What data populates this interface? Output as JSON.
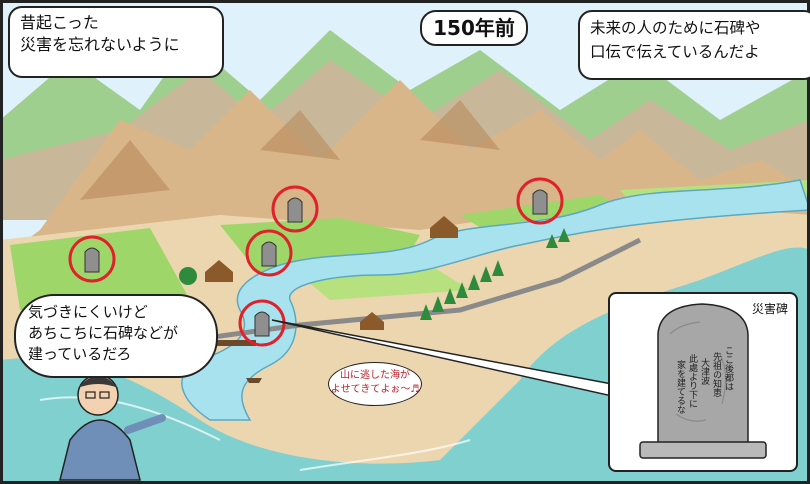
{
  "title": "150年前",
  "bubble_top_left": [
    "昔起こった",
    "災害を忘れないように"
  ],
  "bubble_top_right": [
    "未来の人のために石碑や",
    "口伝で伝えているんだよ"
  ],
  "bubble_left": [
    "気づきにくいけど",
    "あちこちに石碑などが",
    "建っているだろ"
  ],
  "bubble_small": [
    "山に逃した海が",
    "よせてきてよぉ〜♬"
  ],
  "inset_label": "災害碑",
  "stone_inscription": [
    "ここ後都は",
    "先祖の知恵",
    "大津波",
    "此處より下に",
    "家を建てるな"
  ],
  "colors": {
    "sea": "#7fd0cf",
    "river": "#a9e2ef",
    "field": "#9fd66a",
    "mountain": "#d9b58a",
    "marker": "#e0202a"
  }
}
